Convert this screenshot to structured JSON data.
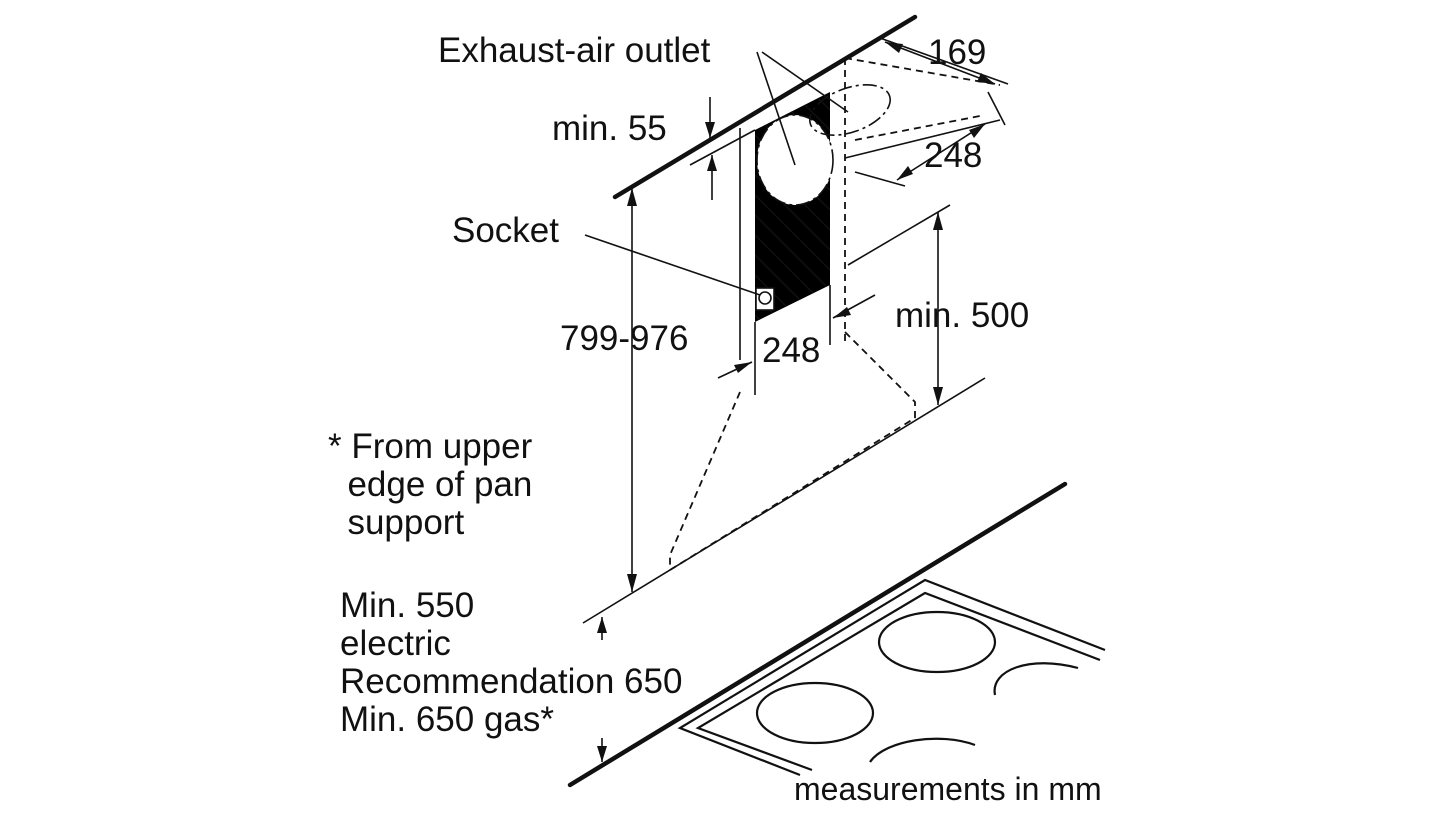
{
  "labels": {
    "exhaust_outlet": "Exhaust-air outlet",
    "dim_169": "169",
    "min_55": "min. 55",
    "dim_248_top": "248",
    "socket": "Socket",
    "dim_799_976": "799-976",
    "min_500": "min. 500",
    "dim_248_bottom": "248",
    "footnote": "* From upper\n  edge of pan\n  support",
    "cooktop_line1": "Min. 550",
    "cooktop_line2": "electric",
    "cooktop_line3": "Recommendation 650",
    "cooktop_line4": "Min. 650 gas*",
    "units": "measurements in mm"
  }
}
